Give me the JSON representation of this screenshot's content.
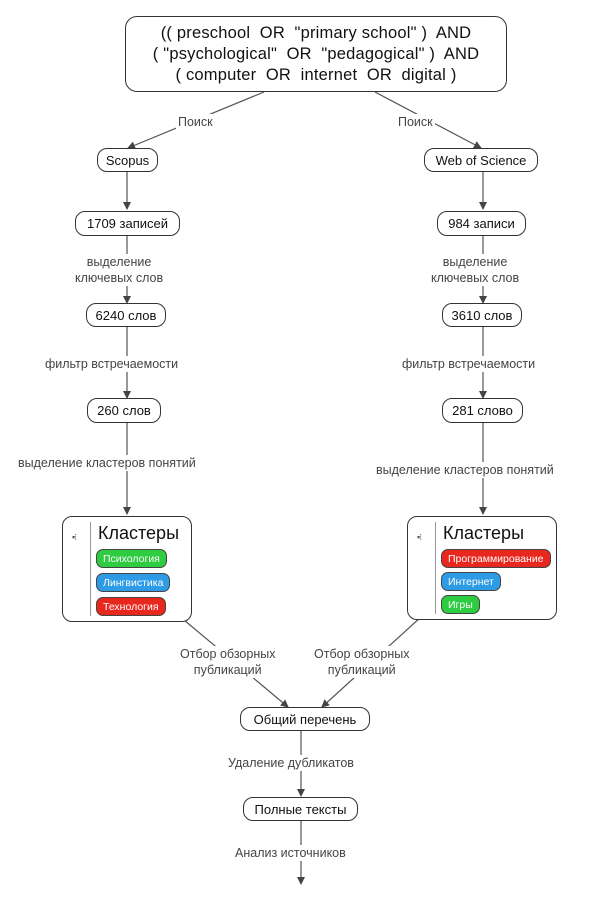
{
  "query": {
    "lines": [
      "(( preschool  OR  \"primary school\" )  AND",
      "( \"psychological\"  OR  \"pedagogical\" )  AND",
      "( computer  OR  internet  OR  digital )"
    ]
  },
  "edge_labels": {
    "search_left": "Поиск",
    "search_right": "Поиск",
    "extract_left": "выделение\nключевых слов",
    "extract_right": "выделение\nключевых слов",
    "filter_left": "фильтр встречаемости",
    "filter_right": "фильтр встречаемости",
    "cluster_left": "выделение кластеров понятий",
    "cluster_right": "выделение кластеров понятий",
    "review_left": "Отбор обзорных\nпубликаций",
    "review_right": "Отбор обзорных\nпубликаций",
    "dedup": "Удаление дубликатов",
    "analysis": "Анализ источников"
  },
  "left": {
    "db": "Scopus",
    "records": "1709 записей",
    "words": "6240 слов",
    "filtered": "260 слов",
    "clusters": {
      "title": "Кластеры",
      "items": [
        {
          "label": "Психология",
          "color": "#2ecc40"
        },
        {
          "label": "Лингвистика",
          "color": "#2e9be6"
        },
        {
          "label": "Технология",
          "color": "#e8281e"
        }
      ]
    }
  },
  "right": {
    "db": "Web of Science",
    "records": "984 записи",
    "words": "3610 слов",
    "filtered": "281 слово",
    "clusters": {
      "title": "Кластеры",
      "items": [
        {
          "label": "Программирование",
          "color": "#e8281e"
        },
        {
          "label": "Интернет",
          "color": "#2e9be6"
        },
        {
          "label": "Игры",
          "color": "#2ecc40"
        }
      ]
    }
  },
  "common_list": "Общий перечень",
  "full_texts": "Полные тексты"
}
